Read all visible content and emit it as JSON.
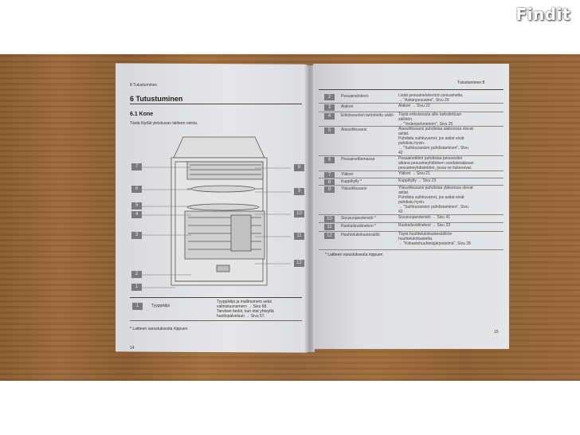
{
  "watermark": {
    "logo_text": "Findit"
  },
  "left_page": {
    "header": "8  Tutustuminen",
    "chapter_title": "6 Tutustuminen",
    "section_title": "6.1 Kone",
    "intro": "Tästä löydät yleiskuvan laitteen osista.",
    "diagram_labels": [
      "7",
      "6",
      "5",
      "4",
      "3",
      "2",
      "1",
      "8",
      "9",
      "10",
      "11",
      "12"
    ],
    "table_row": {
      "num": "1",
      "name": "Tyyppikilpi",
      "desc_lines": [
        "Tyyppikilpi ja mallinumero sekä",
        "valmistusnumero → Sivu 68.",
        "Tarvitset tiedot, kun otat yhteyttä",
        "huoltopalveluun → Sivu 57."
      ]
    },
    "footnote": "* Laitteen varustuksesta riippuen",
    "page_number": "14"
  },
  "right_page": {
    "header": "Tutustuminen  8",
    "rows": [
      {
        "num": "2",
        "name": "Pesuainelokero",
        "desc": [
          "Lisää pesuainelokeroon pesuainetta.",
          "→ \"Astianpesuaine\", Sivu 29"
        ]
      },
      {
        "num": "3",
        "name": "Alakori",
        "desc": [
          "Alakori → Sivu 22"
        ]
      },
      {
        "num": "4",
        "name": "Erikoissuolan tarkoitettu säiliö",
        "desc": [
          "Täytä erikoissuola sille tarkoitettuun",
          "säiliöön.",
          "→ \"Vedenpehmennin\", Sivu 25"
        ]
      },
      {
        "num": "5",
        "name": "Alasuihkuvarsi",
        "desc": [
          "Alasuihkuvarsi puhdistaa alakorissa olevat",
          "astiat.",
          "Puhdista suihkuvarret, jos astiat eivät",
          "puhdistu hyvin.",
          "→ \"Suihkuvarsien puhdistaminen\", Sivu",
          "42"
        ]
      },
      {
        "num": "6",
        "name": "Pesuainelttemassa",
        "desc": [
          "Pesuainetilteri puhdistaa pesuveden",
          "aikana pesuaineyhdisteen suodatesalpaan",
          "pesuaineyhdisteiden, jossa ne liukenevat."
        ]
      },
      {
        "num": "7",
        "name": "Yläkori",
        "desc": [
          "Yläkori → Sivu 21"
        ]
      },
      {
        "num": "8",
        "name": "Kuppihylly *",
        "desc": [
          "Kuppihylly → Sivu 23"
        ]
      },
      {
        "num": "9",
        "name": "Yläsuihkuvarsi",
        "desc": [
          "Yläsuihkuvarsi puhdistaa yläkorissa olevat",
          "astiat.",
          "Puhdista suihkuvarret, jos astiat eivät",
          "puhdistu hyvin.",
          "→ \"Suihkuvarsien puhdistaminen\", Sivu",
          "42"
        ]
      },
      {
        "num": "10",
        "name": "Sivusuojaesteristö *",
        "desc": [
          "Sivusuojaesteristö → Sivu 41"
        ]
      },
      {
        "num": "11",
        "name": "Ruokailuvälinekori *",
        "desc": [
          "Ruokailuvälinekori → Sivu 23"
        ]
      },
      {
        "num": "12",
        "name": "Huuhtelukirkastesäiliö",
        "desc": [
          "Täytä huuhtelukirkastesäiliöön",
          "huuhtelukirkastetta.",
          "→ \"Kirkastehuuhtelujärjestelmä\", Sivu 28"
        ]
      }
    ],
    "footnote": "* Laitteen varustuksesta riippuen",
    "page_number": "15"
  }
}
